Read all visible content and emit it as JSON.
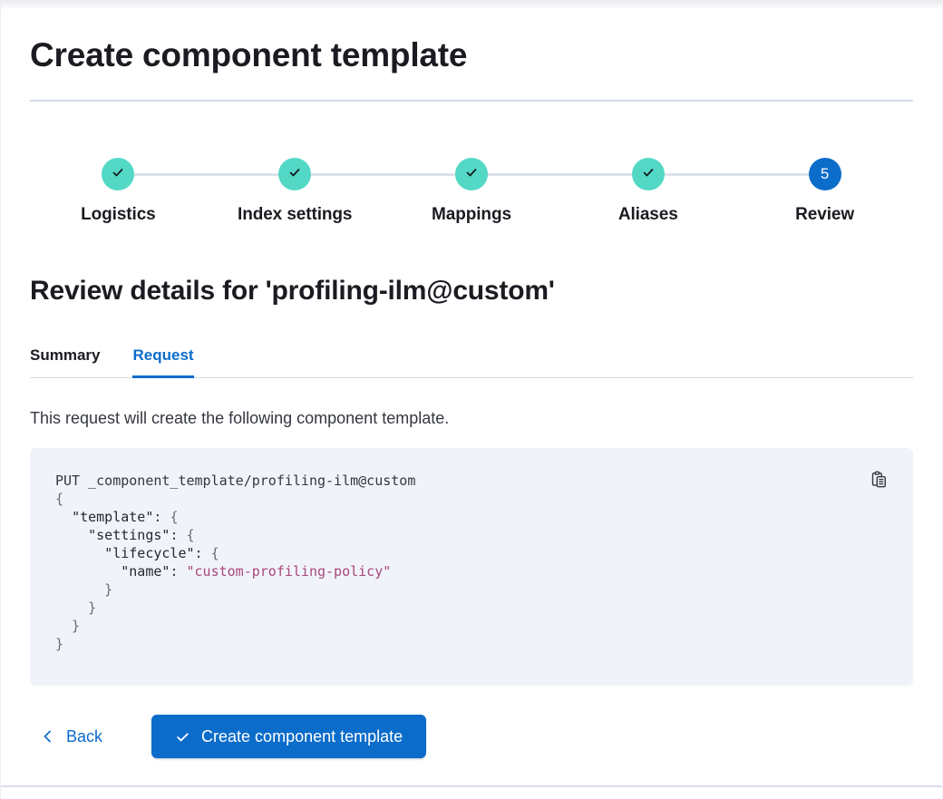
{
  "page": {
    "title": "Create component template"
  },
  "stepper": {
    "steps": [
      {
        "label": "Logistics",
        "status": "complete"
      },
      {
        "label": "Index settings",
        "status": "complete"
      },
      {
        "label": "Mappings",
        "status": "complete"
      },
      {
        "label": "Aliases",
        "status": "complete"
      },
      {
        "label": "Review",
        "status": "current",
        "number": "5"
      }
    ]
  },
  "review": {
    "heading": "Review details for 'profiling-ilm@custom'",
    "tabs": [
      {
        "label": "Summary",
        "active": false
      },
      {
        "label": "Request",
        "active": true
      }
    ],
    "description": "This request will create the following component template."
  },
  "code": {
    "copy_icon": "copy-clipboard-icon",
    "lines": [
      [
        [
          "PUT _component_template/profiling-ilm@custom",
          "plain"
        ]
      ],
      [
        [
          "{",
          "punct"
        ]
      ],
      [
        [
          "  ",
          "plain"
        ],
        [
          "\"template\"",
          "key"
        ],
        [
          ": ",
          "plain"
        ],
        [
          "{",
          "punct"
        ]
      ],
      [
        [
          "    ",
          "plain"
        ],
        [
          "\"settings\"",
          "key"
        ],
        [
          ": ",
          "plain"
        ],
        [
          "{",
          "punct"
        ]
      ],
      [
        [
          "      ",
          "plain"
        ],
        [
          "\"lifecycle\"",
          "key"
        ],
        [
          ": ",
          "plain"
        ],
        [
          "{",
          "punct"
        ]
      ],
      [
        [
          "        ",
          "plain"
        ],
        [
          "\"name\"",
          "key"
        ],
        [
          ": ",
          "plain"
        ],
        [
          "\"custom-profiling-policy\"",
          "string"
        ]
      ],
      [
        [
          "      }",
          "punct"
        ]
      ],
      [
        [
          "    }",
          "punct"
        ]
      ],
      [
        [
          "  }",
          "punct"
        ]
      ],
      [
        [
          "}",
          "punct"
        ]
      ]
    ]
  },
  "footer": {
    "back_label": "Back",
    "submit_label": "Create component template"
  },
  "colors": {
    "primary_blue": "#0b6cca",
    "success_teal": "#54d8c6",
    "text_dark": "#1a1c21",
    "text_body": "#343741",
    "divider": "#d3dae6",
    "code_background": "#f1f3fa",
    "code_string": "#a8487a",
    "code_punctuation": "#646a76"
  }
}
